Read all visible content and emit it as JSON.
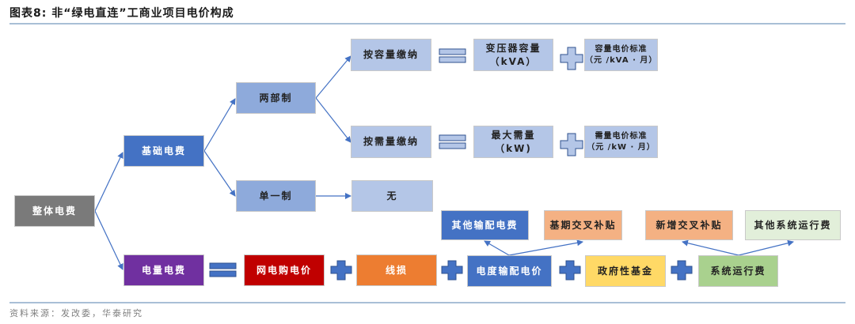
{
  "header": {
    "title": "图表8:  非“绿电直连”工商业项目电价构成"
  },
  "footer": {
    "source": "资料来源：发改委，华泰研究"
  },
  "nodes": {
    "total": "整体电费",
    "basic": "基础电费",
    "two_part": "两部制",
    "single": "单一制",
    "by_capacity": "按容量缴纳",
    "by_demand": "按需量缴纳",
    "none": "无",
    "transformer_capacity_l1": "变压器容量",
    "transformer_capacity_l2": "（kVA）",
    "capacity_price_l1": "容量电价标准",
    "capacity_price_l2": "（元 /kVA · 月）",
    "max_demand": "最大需量（kW)",
    "demand_price_l1": "需量电价标准",
    "demand_price_l2": "（元 /kW · 月）",
    "energy": "电量电费",
    "grid_purchase": "网电购电价",
    "line_loss": "线损",
    "td_price": "电度输配电价",
    "gov_fund": "政府性基金",
    "sys_op": "系统运行费",
    "other_td": "其他输配电费",
    "base_cross_subsidy": "基期交叉补贴",
    "new_cross_subsidy": "新增交叉补贴",
    "other_sys_op": "其他系统运行费"
  },
  "colors": {
    "arrow": "#4472c4",
    "operator_fill_solid": "#4472c4",
    "operator_fill_light": "#b4c6e7",
    "operator_stroke": "#2f528f"
  }
}
